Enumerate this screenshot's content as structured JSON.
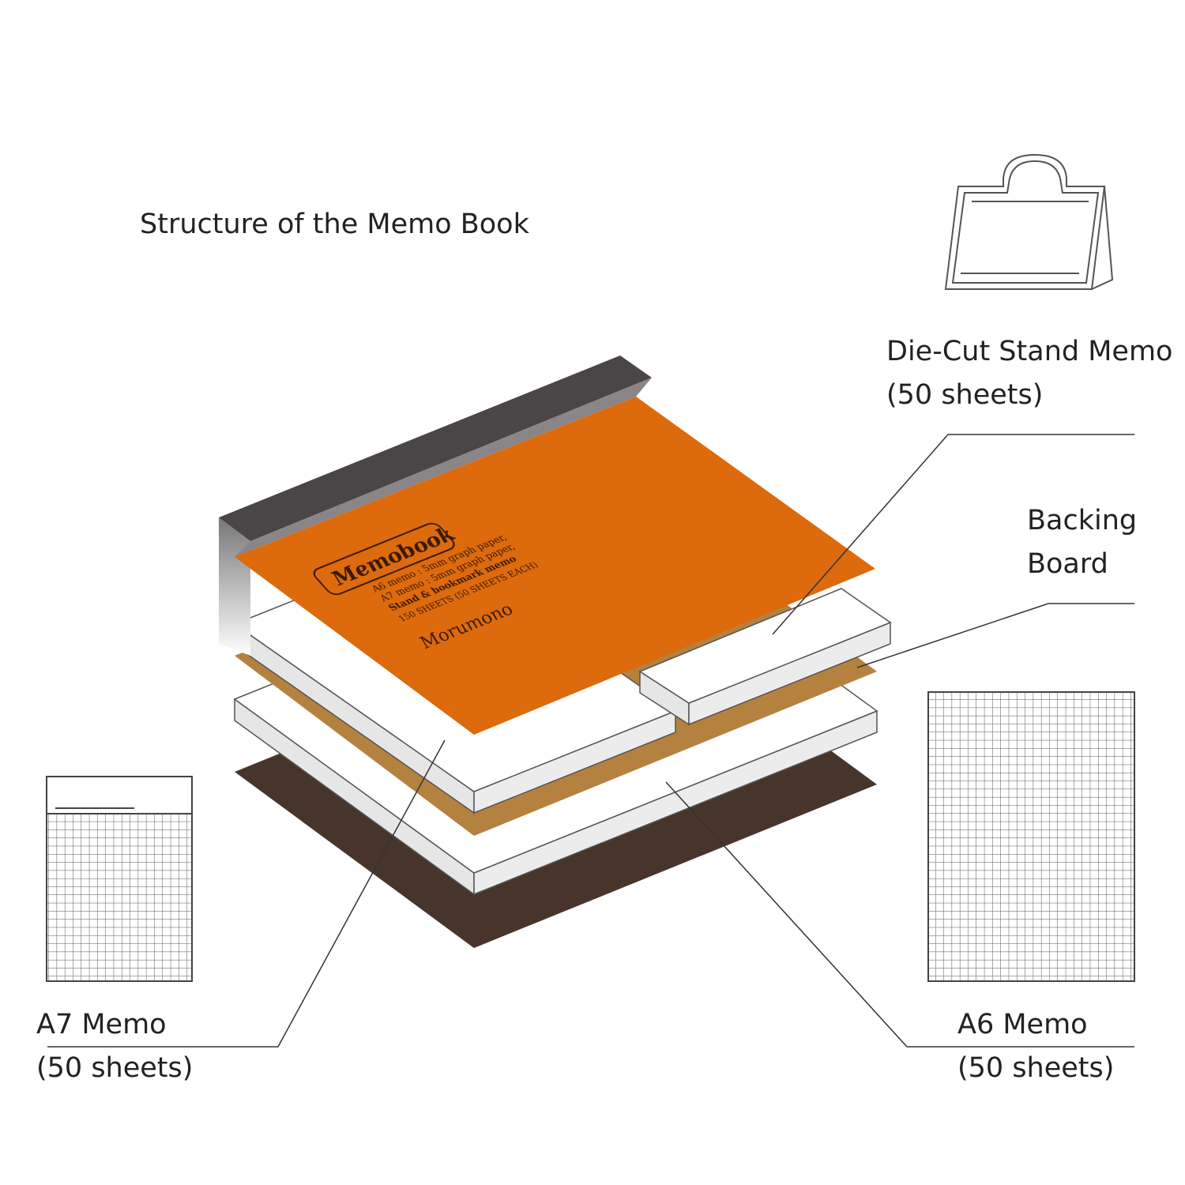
{
  "title": "Structure of the Memo Book",
  "labels": {
    "die_cut": [
      "Die-Cut Stand Memo",
      "(50 sheets)"
    ],
    "backing": [
      "Backing",
      "Board"
    ],
    "a7": [
      "A7 Memo",
      "(50 sheets)"
    ],
    "a6": [
      "A6 Memo",
      "(50 sheets)"
    ]
  },
  "cover": {
    "logo": "Memobook",
    "lines": [
      "A6 memo : 5mm graph paper,",
      "A7 memo : 5mm graph paper,",
      "Stand & bookmark memo",
      "150 SHEETS (50 SHEETS EACH)"
    ],
    "brand": "Morumono"
  },
  "colors": {
    "cover": "#DD6A0C",
    "spine": "#4a4546",
    "board": "#B5813F",
    "base": "#47352B",
    "line": "#333333"
  }
}
